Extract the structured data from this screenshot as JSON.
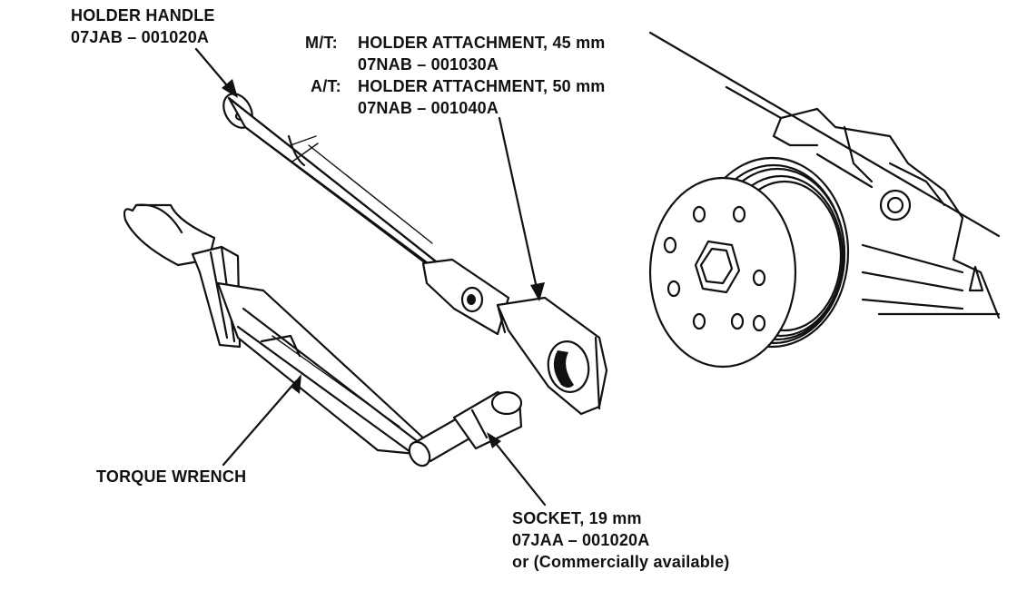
{
  "labels": {
    "holder_handle": {
      "name": "HOLDER HANDLE",
      "part": "07JAB – 001020A"
    },
    "holder_attachment": {
      "mt_prefix": "M/T:",
      "mt_name": "HOLDER ATTACHMENT, 45 mm",
      "mt_part": "07NAB – 001030A",
      "at_prefix": "A/T:",
      "at_name": "HOLDER ATTACHMENT, 50 mm",
      "at_part": "07NAB – 001040A"
    },
    "torque_wrench": {
      "name": "TORQUE WRENCH"
    },
    "socket": {
      "name": "SOCKET, 19 mm",
      "part": "07JAA – 001020A",
      "note": "or (Commercially available)"
    }
  }
}
